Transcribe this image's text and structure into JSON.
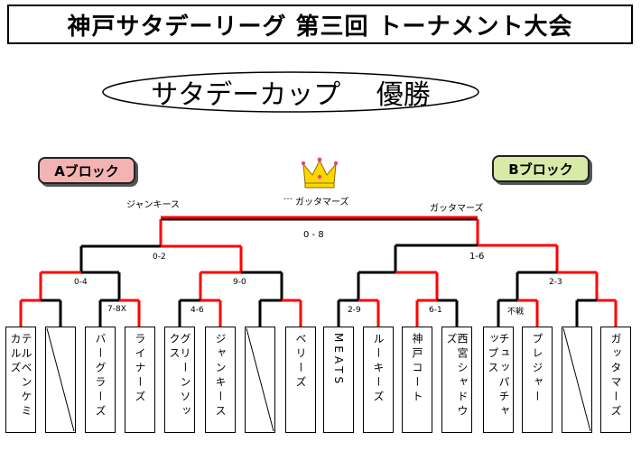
{
  "title": "神戸サタデーリーグ 第三回 トーナメント大会",
  "cup_title": "サタデーカップ　 優勝",
  "blocks": {
    "a": "Aブロック",
    "b": "Bブロック"
  },
  "champion": {
    "prefix": "…",
    "name": "ガッタマーズ"
  },
  "final": {
    "left_winner": "ジャンキース",
    "right_winner": "ガッタマーズ",
    "score": "0 - 8"
  },
  "scores": {
    "semi_left": "0-2",
    "semi_right": "1-6",
    "qf_1": "0-4",
    "qf_2": "9-0",
    "qf_3": "2-9",
    "qf_4": "2-3",
    "r1_2": "7-8X",
    "r1_3": "4-6",
    "r1_6": "6-1",
    "r1_7": "不戦"
  },
  "teams": [
    "テルベンケミカルズ",
    "",
    "バーグラーズ",
    "ライナーズ",
    "グリーンソックス",
    "ジャンキース",
    "",
    "ベリーズ",
    "MEATS",
    "ルーキーズ",
    "神戸コート",
    "西宮シャドウズ",
    "チュッパチャップス",
    "プレジャー",
    "",
    "ガッタマーズ"
  ],
  "colors": {
    "win": "#ff0000",
    "line": "#000000",
    "block_a": "#f4b3b3",
    "block_b": "#d7eaa6",
    "crown": "#ffd700"
  }
}
